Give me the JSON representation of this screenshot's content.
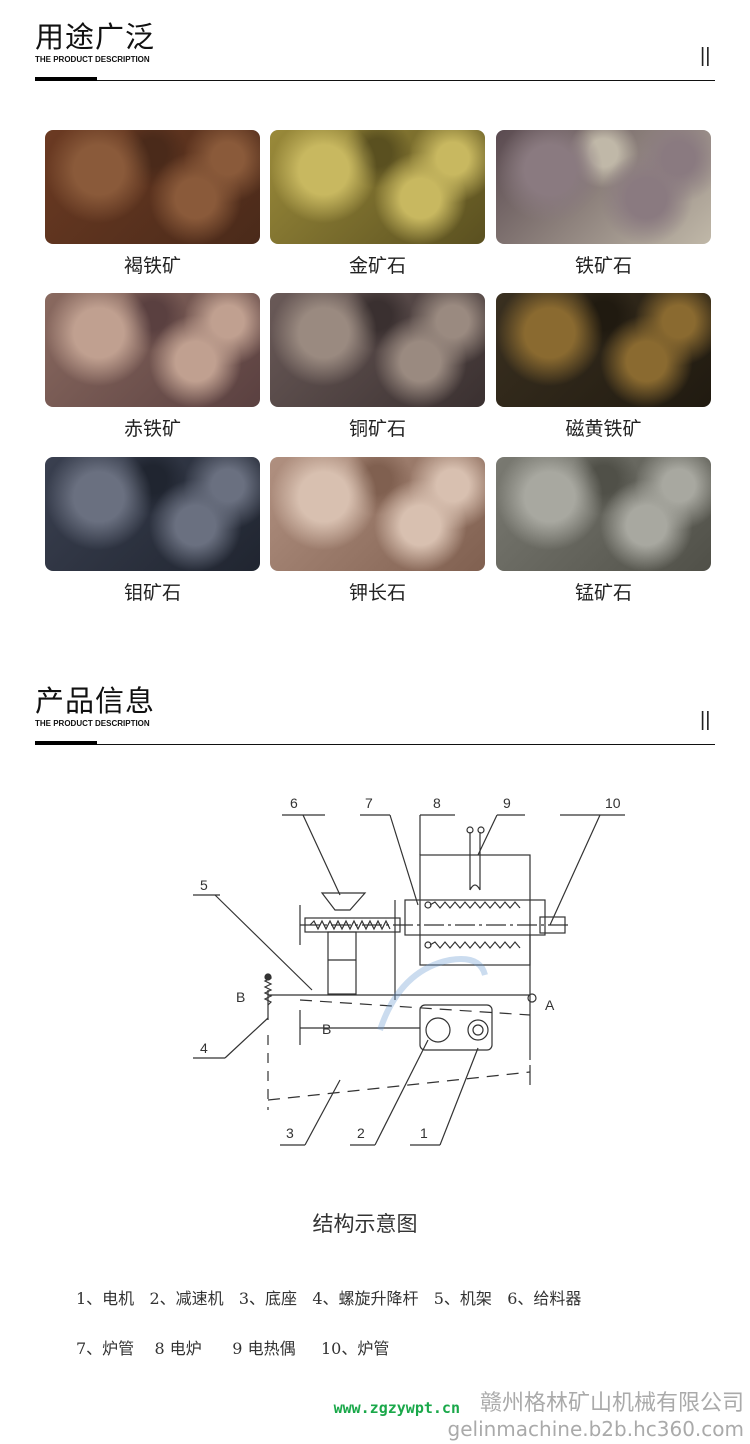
{
  "section1": {
    "title": "用途广泛",
    "subtitle": "THE PRODUCT DESCRIPTION",
    "mark": "||"
  },
  "ores": [
    {
      "label": "褐铁矿",
      "colors": [
        "#6b3a22",
        "#8a5a3a",
        "#4a2a1a"
      ]
    },
    {
      "label": "金矿石",
      "colors": [
        "#9a8a3a",
        "#c8b860",
        "#5a5020"
      ]
    },
    {
      "label": "铁矿石",
      "colors": [
        "#5a4a50",
        "#8a7a80",
        "#c0b8a8"
      ]
    },
    {
      "label": "赤铁矿",
      "colors": [
        "#8a6a60",
        "#c0a090",
        "#5a4040"
      ]
    },
    {
      "label": "铜矿石",
      "colors": [
        "#6a5a58",
        "#9a8a80",
        "#3a3030"
      ]
    },
    {
      "label": "磁黄铁矿",
      "colors": [
        "#3a3020",
        "#8a6a30",
        "#201a10"
      ]
    },
    {
      "label": "钼矿石",
      "colors": [
        "#3a4050",
        "#6a7080",
        "#202530"
      ]
    },
    {
      "label": "钾长石",
      "colors": [
        "#b09080",
        "#d8c0b0",
        "#806050"
      ]
    },
    {
      "label": "锰矿石",
      "colors": [
        "#7a7a72",
        "#a8a8a0",
        "#505048"
      ]
    }
  ],
  "section2": {
    "title": "产品信息",
    "subtitle": "THE PRODUCT DESCRIPTION",
    "mark": "||"
  },
  "diagram": {
    "labels": {
      "n1": "1",
      "n2": "2",
      "n3": "3",
      "n4": "4",
      "n5": "5",
      "n6": "6",
      "n7": "7",
      "n8": "8",
      "n9": "9",
      "n10": "10",
      "A": "A",
      "B": "B",
      "B2": "B"
    },
    "caption": "结构示意图",
    "legend_line1": "1、电机   2、减速机   3、底座   4、螺旋升降杆   5、机架   6、给料器",
    "legend_line2": "7、炉管    8 电炉      9 电热偶     10、炉管"
  },
  "watermark": {
    "company": "赣州格林矿山机械有限公司",
    "site": "www.zgzywpt.cn",
    "url": "gelinmachine.b2b.hc360.com"
  }
}
